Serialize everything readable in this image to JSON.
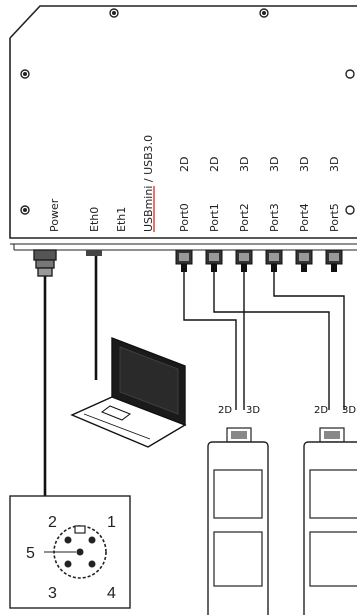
{
  "interfaces": {
    "power": "Power",
    "eth0": "Eth0",
    "eth1": "Eth1",
    "usb": "USBmini / USB3.0"
  },
  "ports": [
    {
      "name": "Port0",
      "mode": "2D"
    },
    {
      "name": "Port1",
      "mode": "2D"
    },
    {
      "name": "Port2",
      "mode": "3D"
    },
    {
      "name": "Port3",
      "mode": "3D"
    },
    {
      "name": "Port4",
      "mode": "3D"
    },
    {
      "name": "Port5",
      "mode": "3D"
    }
  ],
  "sensors": [
    {
      "left_label": "2D",
      "right_label": "3D"
    },
    {
      "left_label": "2D",
      "right_label": "3D"
    }
  ],
  "connector_pins": [
    "1",
    "2",
    "3",
    "4",
    "5"
  ],
  "colors": {
    "line": "#111111",
    "usb_underline": "#e0352b"
  }
}
